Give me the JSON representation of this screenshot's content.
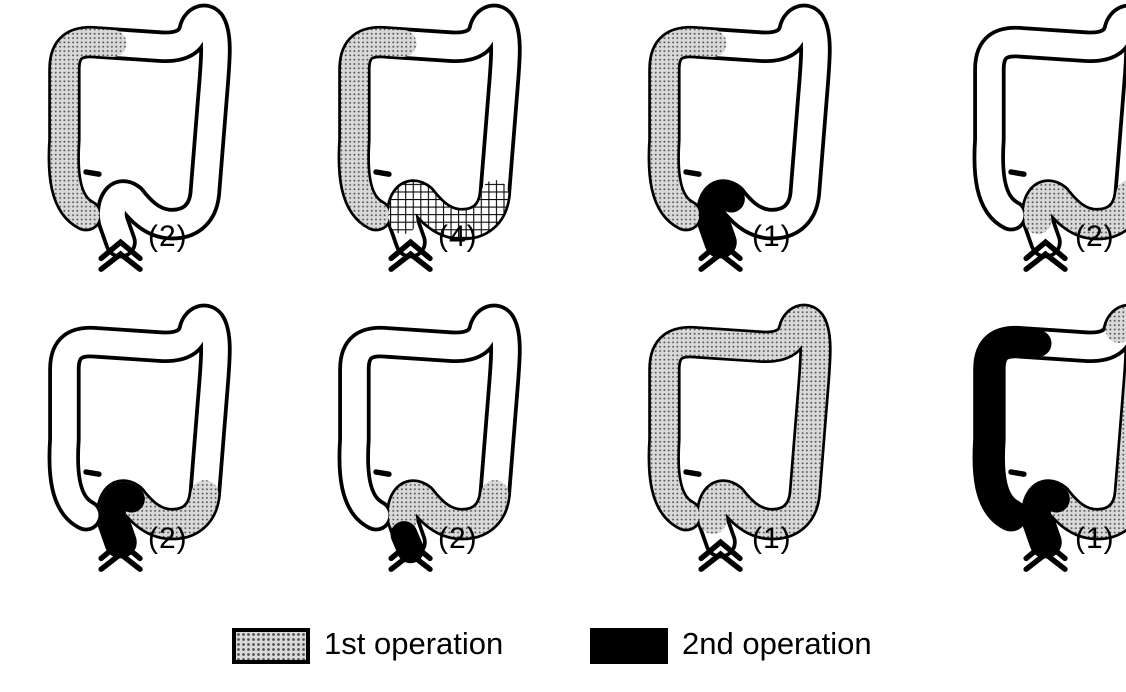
{
  "panels": [
    {
      "count": "(2)",
      "pattern": "first-right-colon"
    },
    {
      "count": "(4)",
      "pattern": "first-right-colon-and-sigmoid-grid"
    },
    {
      "count": "(1)",
      "pattern": "first-right-colon-second-rectum"
    },
    {
      "count": "(2)",
      "pattern": "first-sigmoid"
    },
    {
      "count": "(2)",
      "pattern": "first-sigmoid-second-rectum"
    },
    {
      "count": "(2)",
      "pattern": "first-sigmoid-second-anal"
    },
    {
      "count": "(1)",
      "pattern": "first-total-colon"
    },
    {
      "count": "(1)",
      "pattern": "first-left-colon-second-right-colon-rectum"
    }
  ],
  "legend": {
    "first_label": "1st operation",
    "second_label": "2nd operation"
  },
  "colors": {
    "outline": "#000000",
    "first_operation_fill": "#d9d9d9",
    "second_operation_fill": "#000000",
    "background": "#ffffff"
  }
}
